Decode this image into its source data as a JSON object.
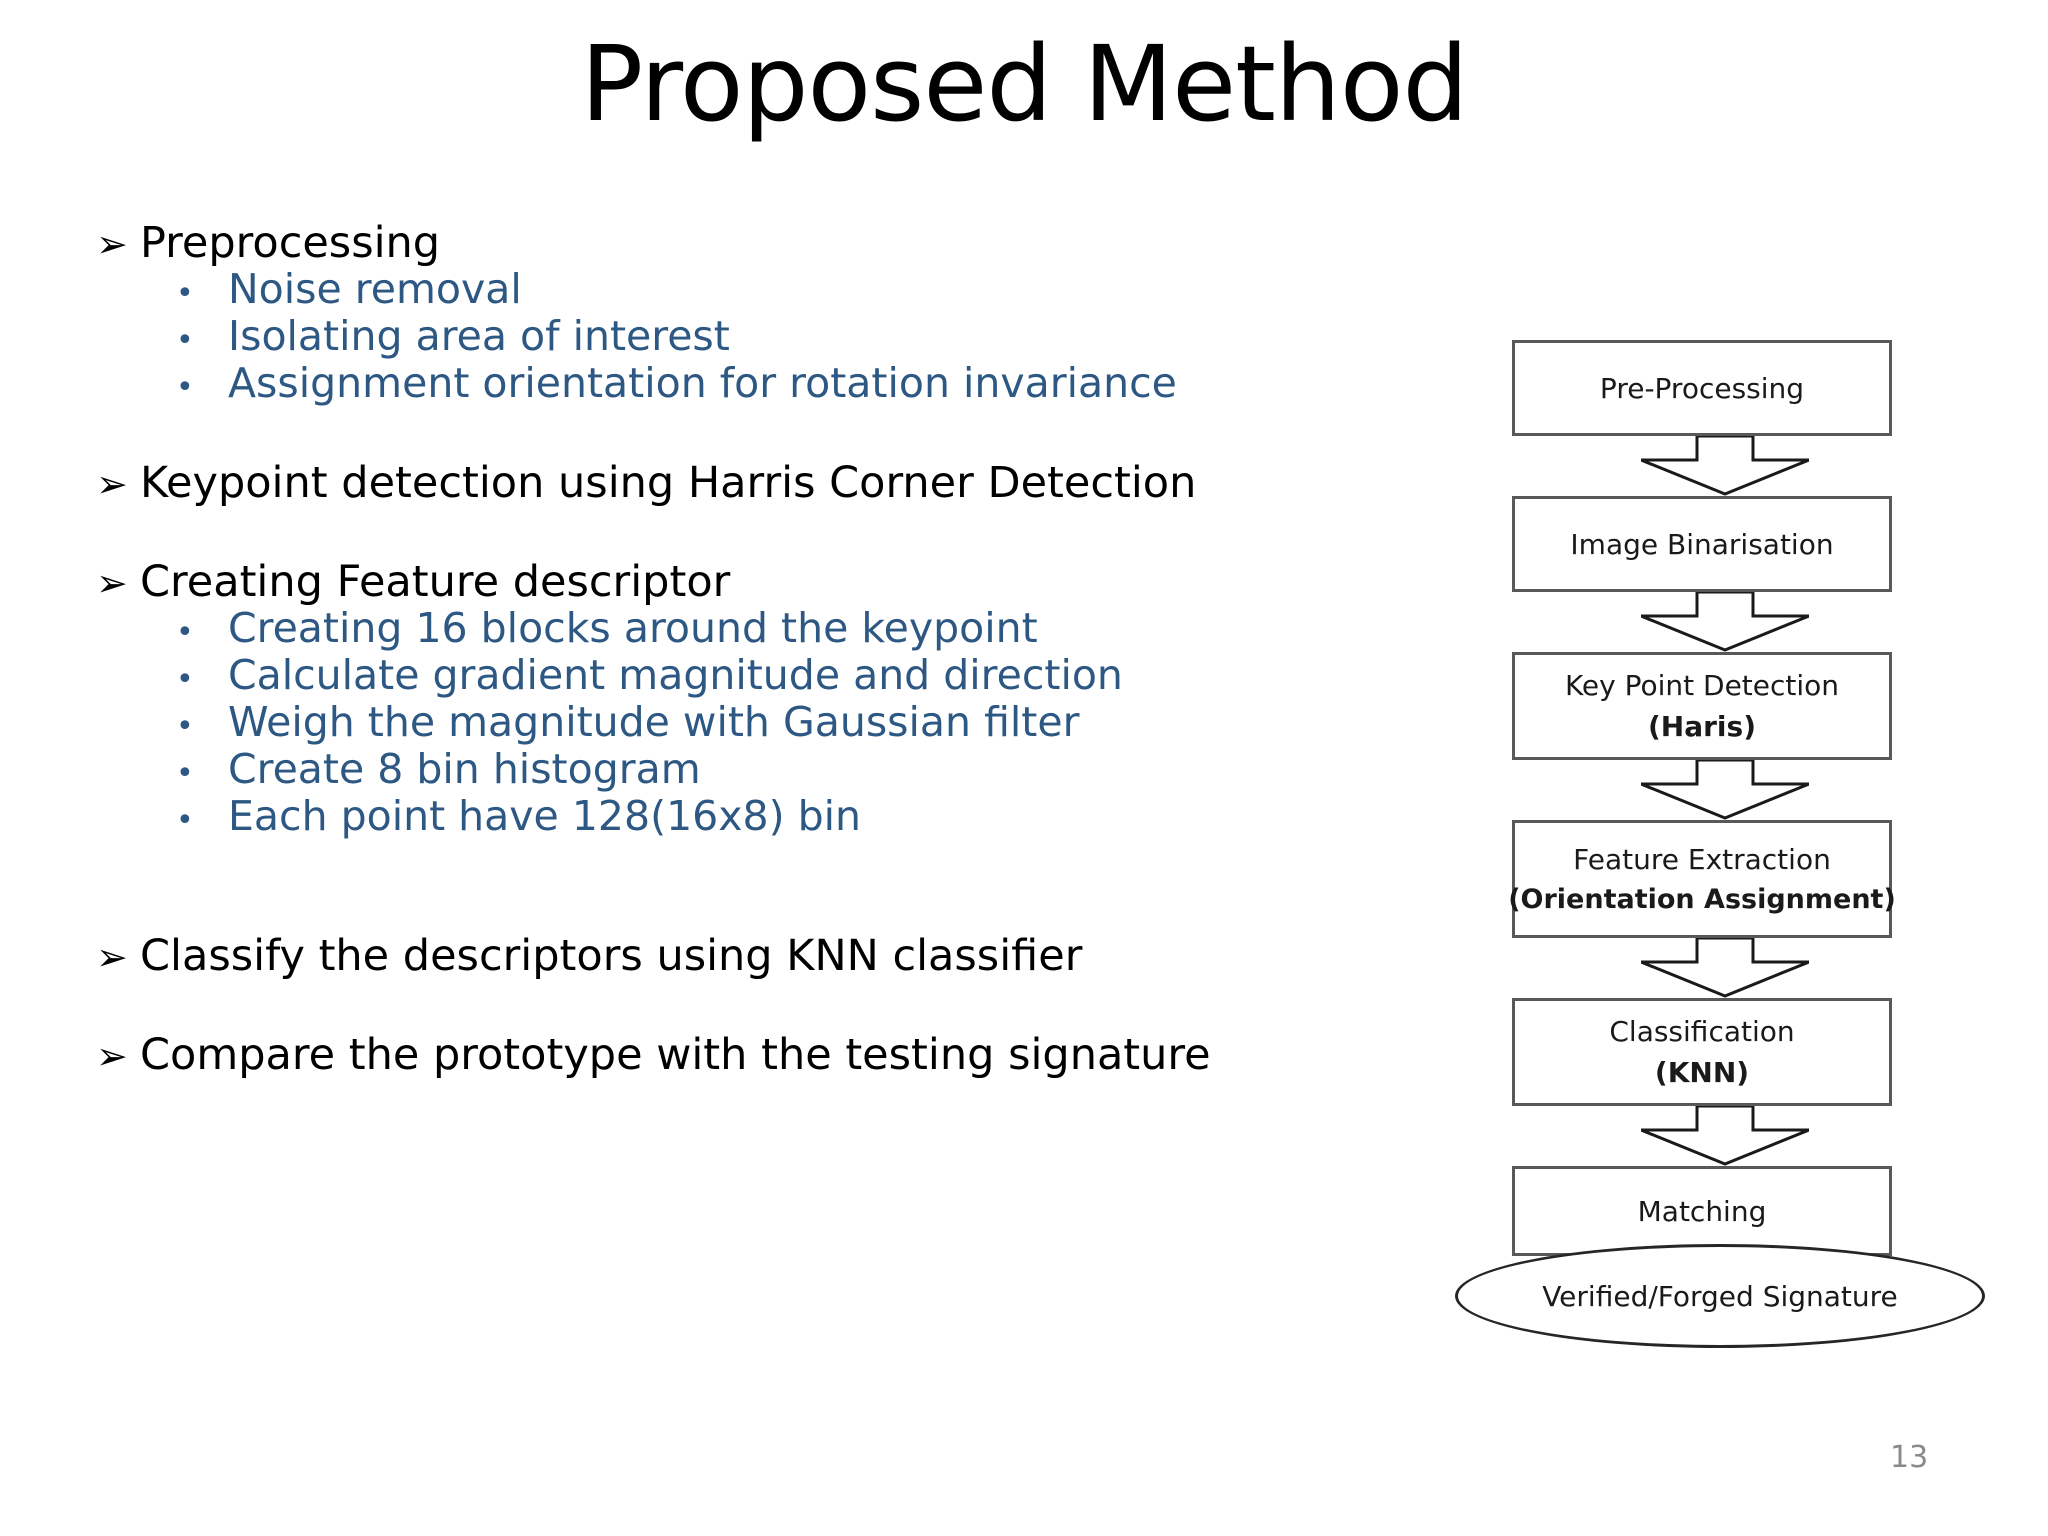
{
  "slide": {
    "title": "Proposed Method",
    "page_number": "13"
  },
  "colors": {
    "sub_bullet_blue": "#2E5884",
    "main_bullet_black": "#000000",
    "flowchart_border": "#595959",
    "page_number_gray": "#8a8a8a"
  },
  "markers": {
    "level1": "➢",
    "level2": "•"
  },
  "content": {
    "groups": [
      {
        "heading": "Preprocessing",
        "sub_items": [
          "Noise removal",
          "Isolating area of interest",
          "Assignment orientation for rotation invariance"
        ]
      },
      {
        "heading": "Keypoint detection using Harris Corner Detection",
        "sub_items": []
      },
      {
        "heading": "Creating Feature descriptor",
        "sub_items": [
          "Creating 16 blocks around the keypoint",
          "Calculate gradient magnitude and direction",
          "Weigh the magnitude with Gaussian filter",
          "Create 8 bin histogram",
          "Each point have 128(16x8) bin"
        ]
      },
      {
        "heading": "Classify the descriptors using KNN classifier",
        "sub_items": []
      },
      {
        "heading": "Compare the prototype with the testing signature",
        "sub_items": []
      }
    ]
  },
  "flowchart": {
    "nodes": [
      {
        "line1": "Pre-Processing",
        "line2": "",
        "shape": "box"
      },
      {
        "line1": "Image Binarisation",
        "line2": "",
        "shape": "box"
      },
      {
        "line1": "Key Point Detection",
        "line2": "(Haris)",
        "shape": "box"
      },
      {
        "line1": "Feature Extraction",
        "line2": "(Orientation Assignment)",
        "shape": "box"
      },
      {
        "line1": "Classification",
        "line2": "(KNN)",
        "shape": "box"
      },
      {
        "line1": "Matching",
        "line2": "",
        "shape": "box"
      },
      {
        "line1": "Verified/Forged Signature",
        "line2": "",
        "shape": "ellipse"
      }
    ],
    "connector": "down-block-arrow"
  }
}
